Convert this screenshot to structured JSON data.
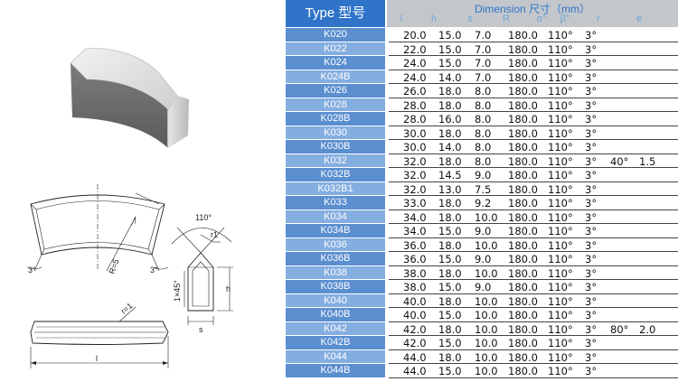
{
  "table": {
    "type_header": "Type 型号",
    "dimension_header": "Dimension 尺寸（mm）",
    "columns": [
      "l",
      "h",
      "s",
      "R",
      "α°",
      "β°",
      "r",
      "e"
    ],
    "rows": [
      {
        "type": "K020",
        "l": "20.0",
        "h": "15.0",
        "s": "7.0",
        "R": "180.0",
        "alpha": "110°",
        "beta": "3°",
        "r": "",
        "e": ""
      },
      {
        "type": "K022",
        "l": "22.0",
        "h": "15.0",
        "s": "7.0",
        "R": "180.0",
        "alpha": "110°",
        "beta": "3°",
        "r": "",
        "e": ""
      },
      {
        "type": "K024",
        "l": "24.0",
        "h": "15.0",
        "s": "7.0",
        "R": "180.0",
        "alpha": "110°",
        "beta": "3°",
        "r": "",
        "e": ""
      },
      {
        "type": "K024B",
        "l": "24.0",
        "h": "14.0",
        "s": "7.0",
        "R": "180.0",
        "alpha": "110°",
        "beta": "3°",
        "r": "",
        "e": ""
      },
      {
        "type": "K026",
        "l": "26.0",
        "h": "18.0",
        "s": "8.0",
        "R": "180.0",
        "alpha": "110°",
        "beta": "3°",
        "r": "",
        "e": ""
      },
      {
        "type": "K028",
        "l": "28.0",
        "h": "18.0",
        "s": "8.0",
        "R": "180.0",
        "alpha": "110°",
        "beta": "3°",
        "r": "",
        "e": ""
      },
      {
        "type": "K028B",
        "l": "28.0",
        "h": "16.0",
        "s": "8.0",
        "R": "180.0",
        "alpha": "110°",
        "beta": "3°",
        "r": "",
        "e": ""
      },
      {
        "type": "K030",
        "l": "30.0",
        "h": "18.0",
        "s": "8.0",
        "R": "180.0",
        "alpha": "110°",
        "beta": "3°",
        "r": "",
        "e": ""
      },
      {
        "type": "K030B",
        "l": "30.0",
        "h": "14.0",
        "s": "8.0",
        "R": "180.0",
        "alpha": "110°",
        "beta": "3°",
        "r": "",
        "e": ""
      },
      {
        "type": "K032",
        "l": "32.0",
        "h": "18.0",
        "s": "8.0",
        "R": "180.0",
        "alpha": "110°",
        "beta": "3°",
        "r": "40°",
        "e": "1.5"
      },
      {
        "type": "K032B",
        "l": "32.0",
        "h": "14.5",
        "s": "9.0",
        "R": "180.0",
        "alpha": "110°",
        "beta": "3°",
        "r": "",
        "e": ""
      },
      {
        "type": "K032B1",
        "l": "32.0",
        "h": "13.0",
        "s": "7.5",
        "R": "180.0",
        "alpha": "110°",
        "beta": "3°",
        "r": "",
        "e": ""
      },
      {
        "type": "K033",
        "l": "33.0",
        "h": "18.0",
        "s": "9.2",
        "R": "180.0",
        "alpha": "110°",
        "beta": "3°",
        "r": "",
        "e": ""
      },
      {
        "type": "K034",
        "l": "34.0",
        "h": "18.0",
        "s": "10.0",
        "R": "180.0",
        "alpha": "110°",
        "beta": "3°",
        "r": "",
        "e": ""
      },
      {
        "type": "K034B",
        "l": "34.0",
        "h": "15.0",
        "s": "9.0",
        "R": "180.0",
        "alpha": "110°",
        "beta": "3°",
        "r": "",
        "e": ""
      },
      {
        "type": "K036",
        "l": "36.0",
        "h": "18.0",
        "s": "10.0",
        "R": "180.0",
        "alpha": "110°",
        "beta": "3°",
        "r": "",
        "e": ""
      },
      {
        "type": "K036B",
        "l": "36.0",
        "h": "15.0",
        "s": "9.0",
        "R": "180.0",
        "alpha": "110°",
        "beta": "3°",
        "r": "",
        "e": ""
      },
      {
        "type": "K038",
        "l": "38.0",
        "h": "18.0",
        "s": "10.0",
        "R": "180.0",
        "alpha": "110°",
        "beta": "3°",
        "r": "",
        "e": ""
      },
      {
        "type": "K038B",
        "l": "38.0",
        "h": "15.0",
        "s": "9.0",
        "R": "180.0",
        "alpha": "110°",
        "beta": "3°",
        "r": "",
        "e": ""
      },
      {
        "type": "K040",
        "l": "40.0",
        "h": "18.0",
        "s": "10.0",
        "R": "180.0",
        "alpha": "110°",
        "beta": "3°",
        "r": "",
        "e": ""
      },
      {
        "type": "K040B",
        "l": "40.0",
        "h": "15.0",
        "s": "10.0",
        "R": "180.0",
        "alpha": "110°",
        "beta": "3°",
        "r": "",
        "e": ""
      },
      {
        "type": "K042",
        "l": "42.0",
        "h": "18.0",
        "s": "10.0",
        "R": "180.0",
        "alpha": "110°",
        "beta": "3°",
        "r": "80°",
        "e": "2.0"
      },
      {
        "type": "K042B",
        "l": "42.0",
        "h": "15.0",
        "s": "10.0",
        "R": "180.0",
        "alpha": "110°",
        "beta": "3°",
        "r": "",
        "e": ""
      },
      {
        "type": "K044",
        "l": "44.0",
        "h": "18.0",
        "s": "10.0",
        "R": "180.0",
        "alpha": "110°",
        "beta": "3°",
        "r": "",
        "e": ""
      },
      {
        "type": "K044B",
        "l": "44.0",
        "h": "15.0",
        "s": "10.0",
        "R": "180.0",
        "alpha": "110°",
        "beta": "3°",
        "r": "",
        "e": ""
      }
    ]
  },
  "drawing_labels": {
    "angle_3_left": "3°",
    "angle_3_right": "3°",
    "radius": "R=5",
    "alpha": "110°",
    "chamfer": "1×45°",
    "r1_top": "r1",
    "r1_side": "r=1",
    "h": "h",
    "s": "s",
    "l": "l"
  },
  "colors": {
    "header_blue": "#2f74c9",
    "type_cell_odd": "#5b8fd0",
    "type_cell_even": "#84aee0",
    "dimension_header_bg": "#c3c7cb",
    "column_label": "#6fa6db"
  }
}
